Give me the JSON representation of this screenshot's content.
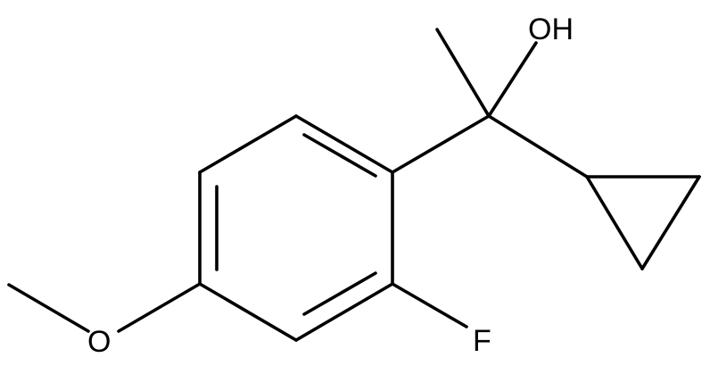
{
  "molecule": {
    "labels": {
      "hydroxyl": "OH",
      "fluorine": "F",
      "methoxy_oxygen": "O"
    },
    "colors": {
      "bond": "#000000",
      "label": "#000000",
      "background": "#ffffff"
    }
  }
}
